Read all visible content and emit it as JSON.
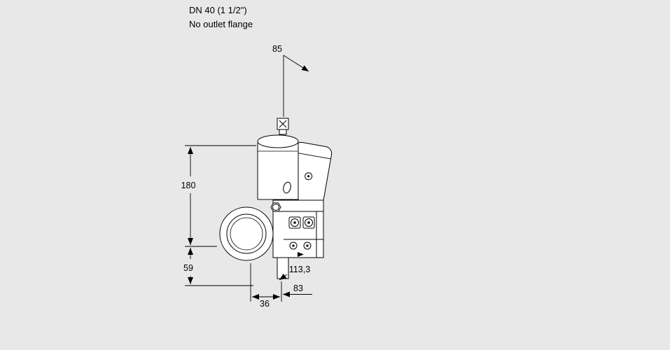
{
  "colors": {
    "background": "#e8e8e8",
    "line": "#000000",
    "fill": "#ffffff"
  },
  "header": {
    "line1": "DN 40 (1 1/2\")",
    "line2": "No outlet flange"
  },
  "dimensions": {
    "top_width": "85",
    "height_main": "180",
    "height_lower": "59",
    "width_bottom": "36",
    "width_right": "83",
    "width_diagonal": "113,3"
  }
}
